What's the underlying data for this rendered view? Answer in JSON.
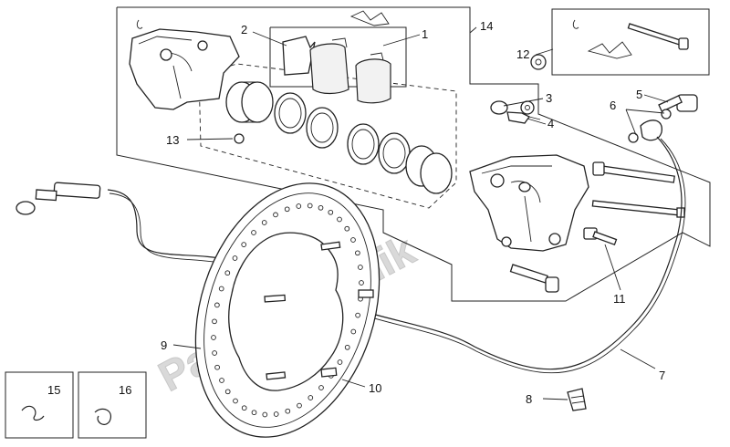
{
  "watermark": "PartsRepublik",
  "callouts": [
    "1",
    "2",
    "3",
    "4",
    "5",
    "6",
    "7",
    "8",
    "9",
    "10",
    "11",
    "12",
    "13",
    "14",
    "15",
    "16"
  ]
}
